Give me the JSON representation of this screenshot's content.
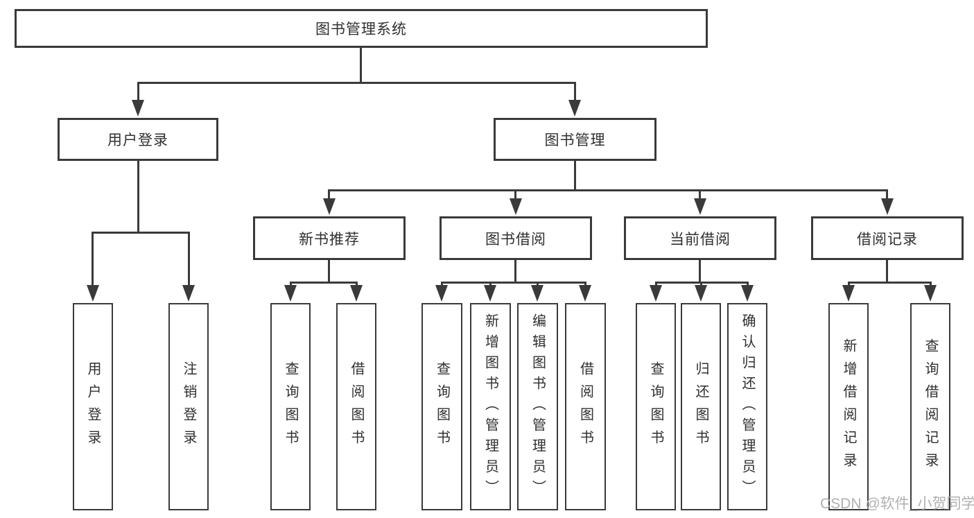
{
  "diagram": {
    "root": {
      "label": "图书管理系统"
    },
    "level2": [
      {
        "label": "用户登录"
      },
      {
        "label": "图书管理"
      }
    ],
    "level3": [
      {
        "label": "新书推荐"
      },
      {
        "label": "图书借阅"
      },
      {
        "label": "当前借阅"
      },
      {
        "label": "借阅记录"
      }
    ],
    "leaves": {
      "user_login": [
        {
          "label": "用户登录"
        },
        {
          "label": "注销登录"
        }
      ],
      "new_book": [
        {
          "label": "查询图书"
        },
        {
          "label": "借阅图书"
        }
      ],
      "book_borrow": [
        {
          "label": "查询图书"
        },
        {
          "label": "新增图书（管理员）"
        },
        {
          "label": "编辑图书（管理员）"
        },
        {
          "label": "借阅图书"
        }
      ],
      "current_borrow": [
        {
          "label": "查询图书"
        },
        {
          "label": "归还图书"
        },
        {
          "label": "确认归还（管理员）"
        }
      ],
      "borrow_record": [
        {
          "label": "新增借阅记录"
        },
        {
          "label": "查询借阅记录"
        }
      ]
    },
    "watermark": "CSDN @软件_小贺同学",
    "colors": {
      "line": "#3a3a3a",
      "box_border": "#3a3a3a",
      "box_fill": "#ffffff",
      "text": "#2f2f2f",
      "watermark": "#b0b0b0",
      "background": "#ffffff"
    }
  }
}
